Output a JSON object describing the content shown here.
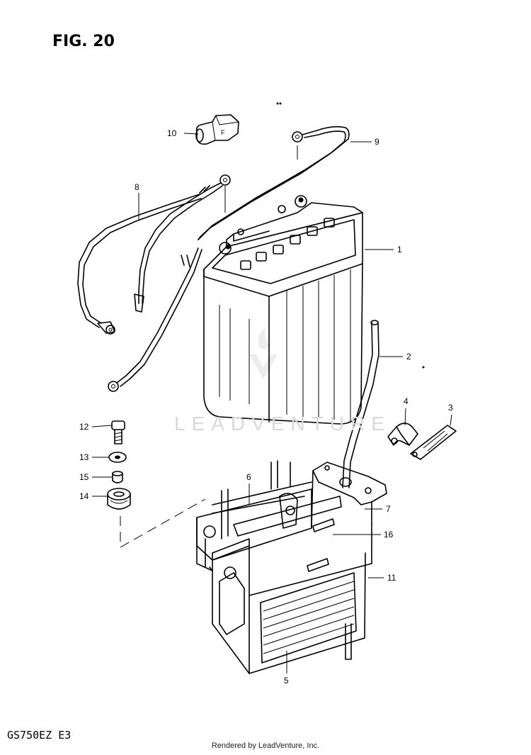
{
  "figure": {
    "title": "FIG. 20",
    "model_code": "GS750EZ E3",
    "watermark": "LEADVENTURE",
    "footer": "Rendered by LeadVenture, Inc."
  },
  "callouts": [
    "1",
    "2",
    "3",
    "4",
    "5",
    "6",
    "7",
    "8",
    "9",
    "10",
    "11",
    "12",
    "13",
    "14",
    "15",
    "16"
  ]
}
